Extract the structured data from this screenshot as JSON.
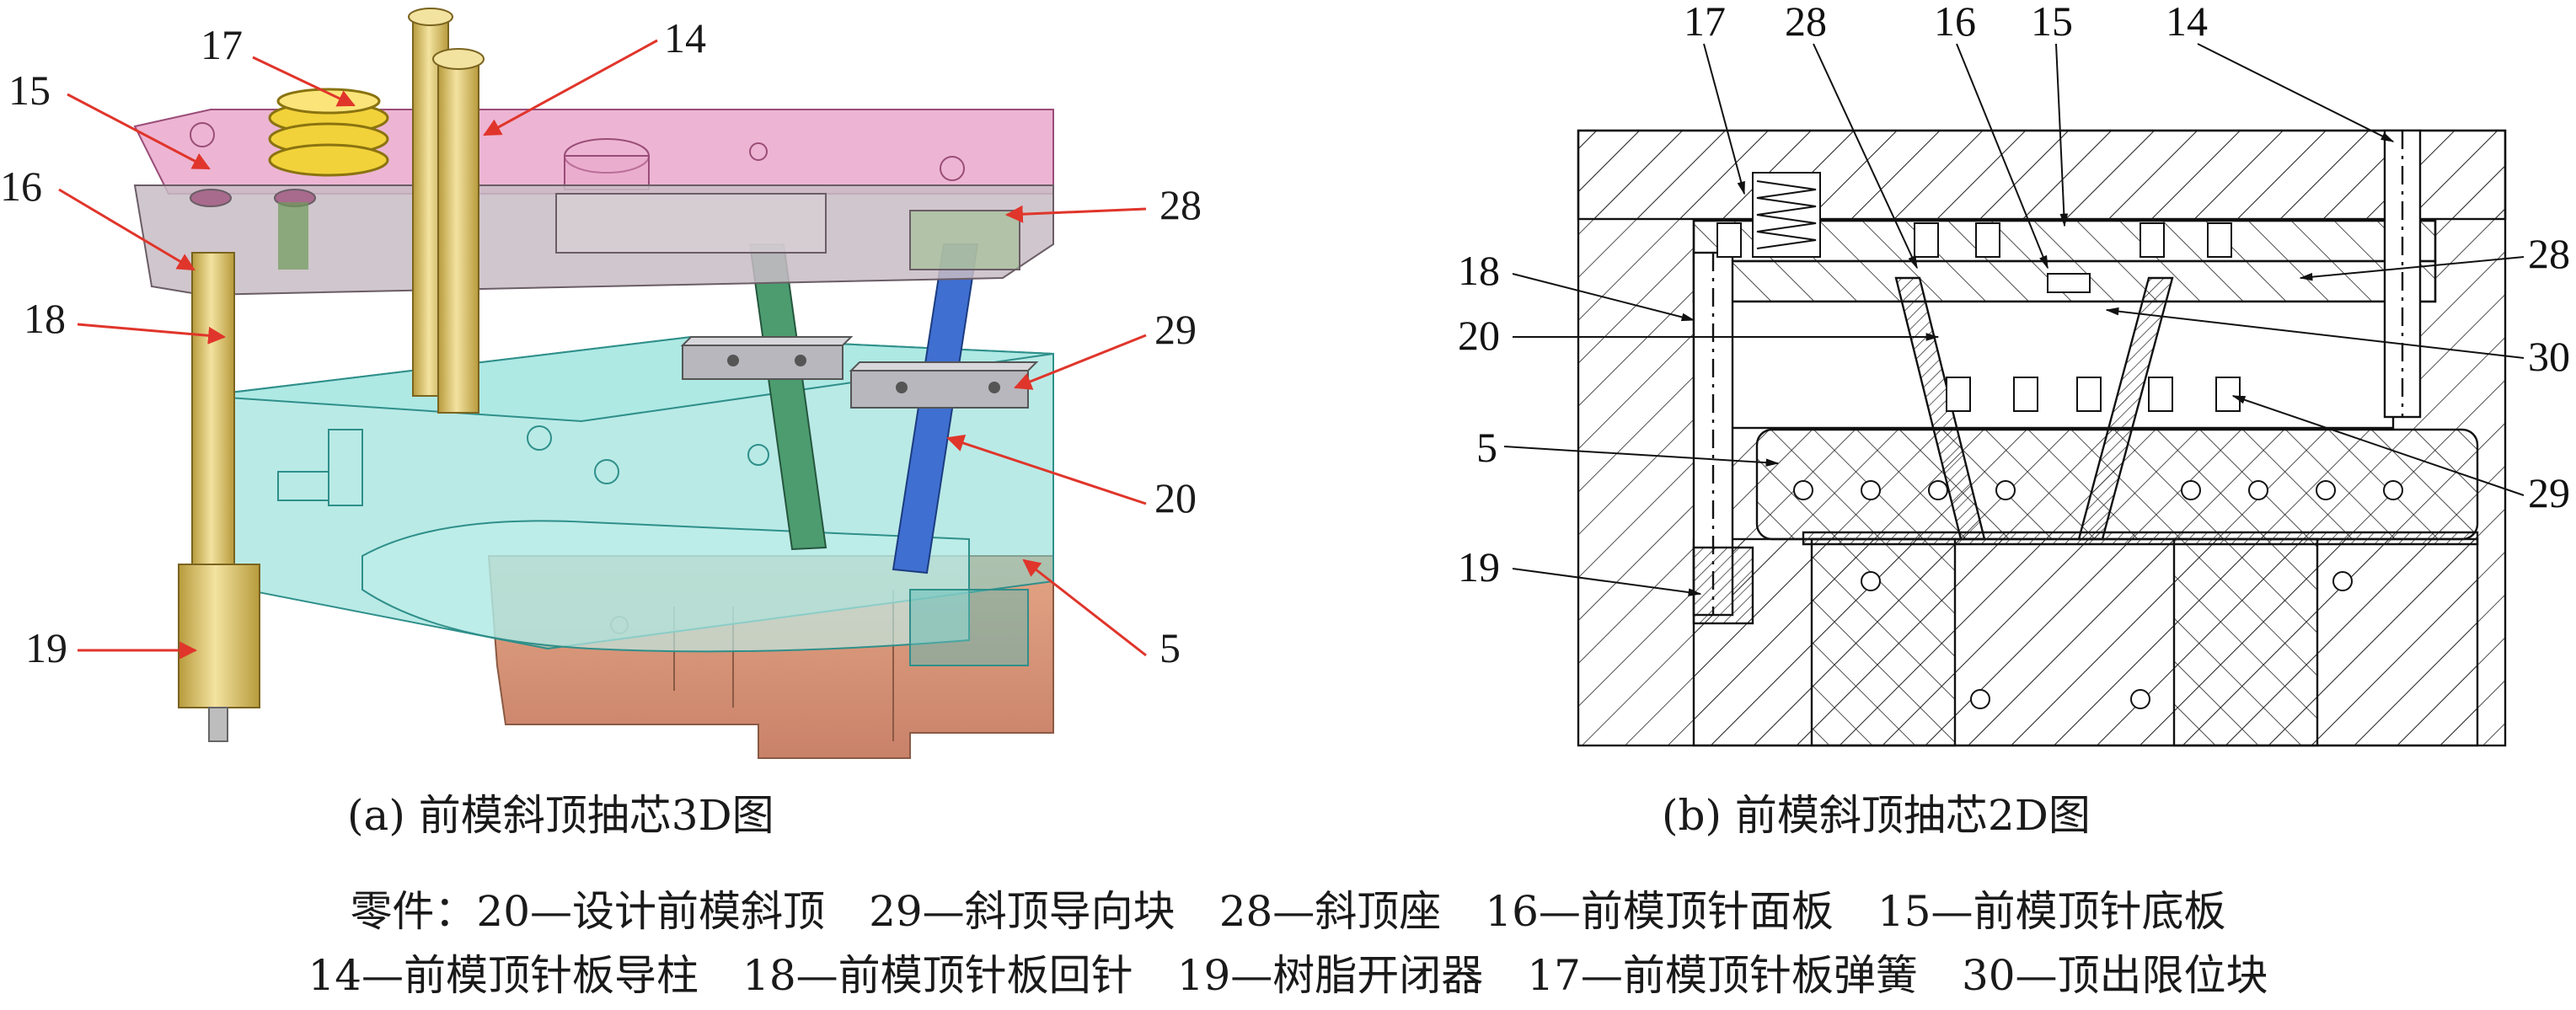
{
  "panel_a": {
    "caption": "(a) 前模斜顶抽芯3D图",
    "labels": [
      "17",
      "14",
      "15",
      "16",
      "28",
      "18",
      "29",
      "20",
      "5",
      "19"
    ]
  },
  "panel_b": {
    "caption": "(b) 前模斜顶抽芯2D图",
    "top_labels": [
      "17",
      "28",
      "16",
      "15",
      "14"
    ],
    "left_labels": [
      "18",
      "20",
      "5",
      "19"
    ],
    "right_labels": [
      "28",
      "30",
      "29"
    ]
  },
  "legend": {
    "line1": [
      "零件：20—设计前模斜顶",
      "29—斜顶导向块",
      "28—斜顶座",
      "16—前模顶针面板",
      "15—前模顶针底板"
    ],
    "line2": [
      "14—前模顶针板导柱",
      "18—前模顶针板回针",
      "19—树脂开闭器",
      "17—前模顶针板弹簧",
      "30—顶出限位块"
    ]
  },
  "colors": {
    "plate_pink": "#e9a2c8",
    "plate_grey": "#c8bcc4",
    "plate_cyan": "#7fd8d2",
    "guide_pillar": "#e2cf72",
    "spring": "#f2d23a",
    "core_copper": "#d9987a",
    "lifter_green": "#4c9c70",
    "lifter_blue": "#3f6fd0",
    "arrow_red": "#e0352b"
  }
}
